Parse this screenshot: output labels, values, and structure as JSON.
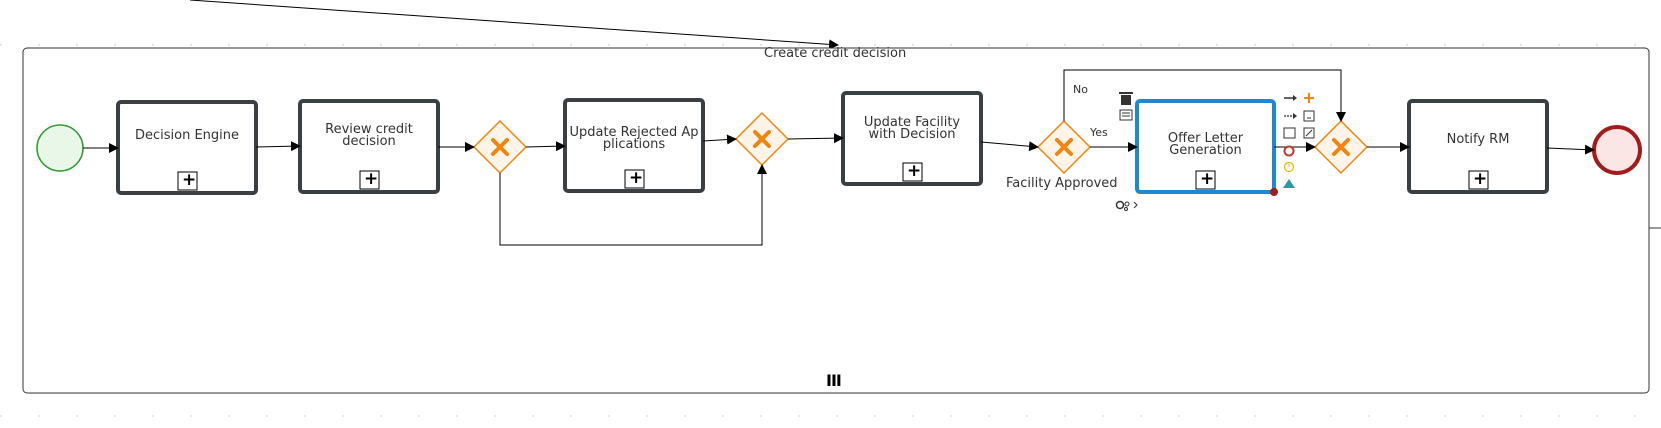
{
  "diagram": {
    "subprocess": {
      "label": "Create credit decision"
    },
    "tasks": {
      "decision_engine": "Decision Engine",
      "review_credit": "Review credit decision",
      "update_rejected": "Update Rejected Ap plications",
      "update_facility": "Update Facility with Decision",
      "offer_letter": "Offer Letter Generation",
      "notify_rm": "Notify RM"
    },
    "gateway_labels": {
      "facility_approved": "Facility Approved"
    },
    "flow_labels": {
      "no": "No",
      "yes": "Yes"
    },
    "marker_symbol": "+",
    "collapse_marker": "III",
    "colors": {
      "start_event": "#2d9b2d",
      "start_fill": "#e8f7e8",
      "end_event": "#a31b1b",
      "end_fill": "#fbe6e6",
      "gateway": "#f0850f",
      "gateway_fill": "#fff4e8",
      "selected": "#1e88d2",
      "task_border": "#3a3f44"
    },
    "toolbox_icons": [
      "delete-icon",
      "properties-icon",
      "sequence-flow-icon",
      "association-icon",
      "task-icon",
      "end-event-icon",
      "intermediate-event-icon",
      "gateway-icon",
      "text-annotation-icon",
      "add-icon",
      "subprocess-icon",
      "morph-icon"
    ]
  }
}
